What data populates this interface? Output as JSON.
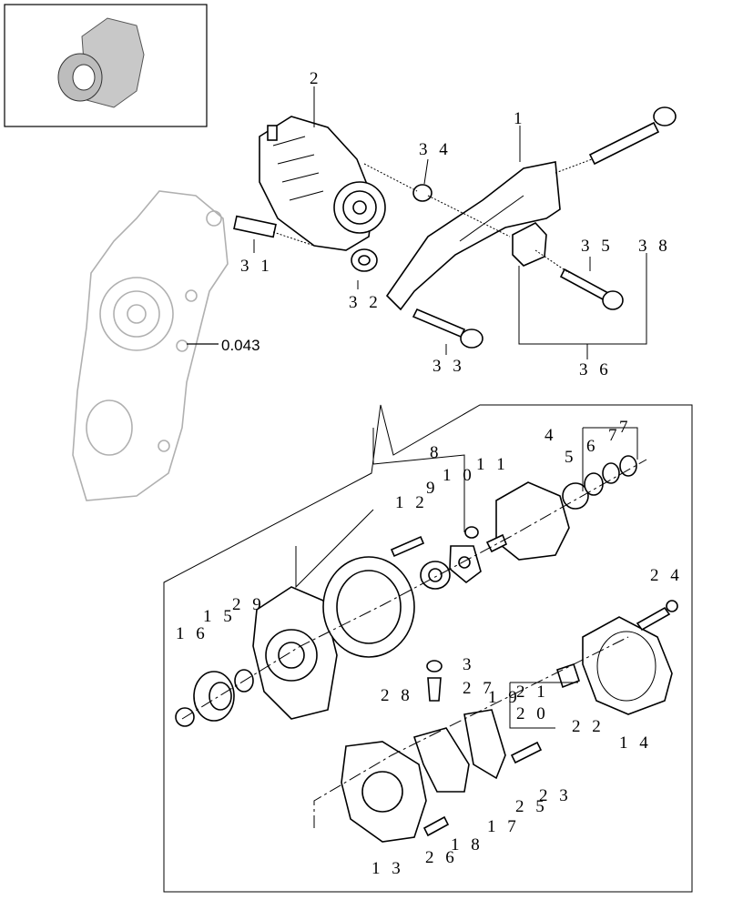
{
  "reference": {
    "label": "0.043"
  },
  "callouts": {
    "c1": "1",
    "c2": "2",
    "c34": "3 4",
    "c31": "3 1",
    "c32": "3 2",
    "c35": "3 5",
    "c38": "3 8",
    "c33": "3 3",
    "c36": "3 6",
    "c4": "4",
    "c5": "5",
    "c6": "6",
    "c7": "7",
    "c7b": "7",
    "c8": "8",
    "c9": "9",
    "c10": "1 0",
    "c11": "1 1",
    "c12": "1 2",
    "c16": "1 6",
    "c15": "1 5",
    "c29": "2 9",
    "c3": "3",
    "c27": "2 7",
    "c28": "2 8",
    "c19": "1 9",
    "c21": "2 1",
    "c20": "2 0",
    "c22": "2 2",
    "c24": "2 4",
    "c14": "1 4",
    "c23": "2 3",
    "c25": "2 5",
    "c17": "1 7",
    "c18": "1 8",
    "c26": "2 6",
    "c13": "1 3"
  }
}
